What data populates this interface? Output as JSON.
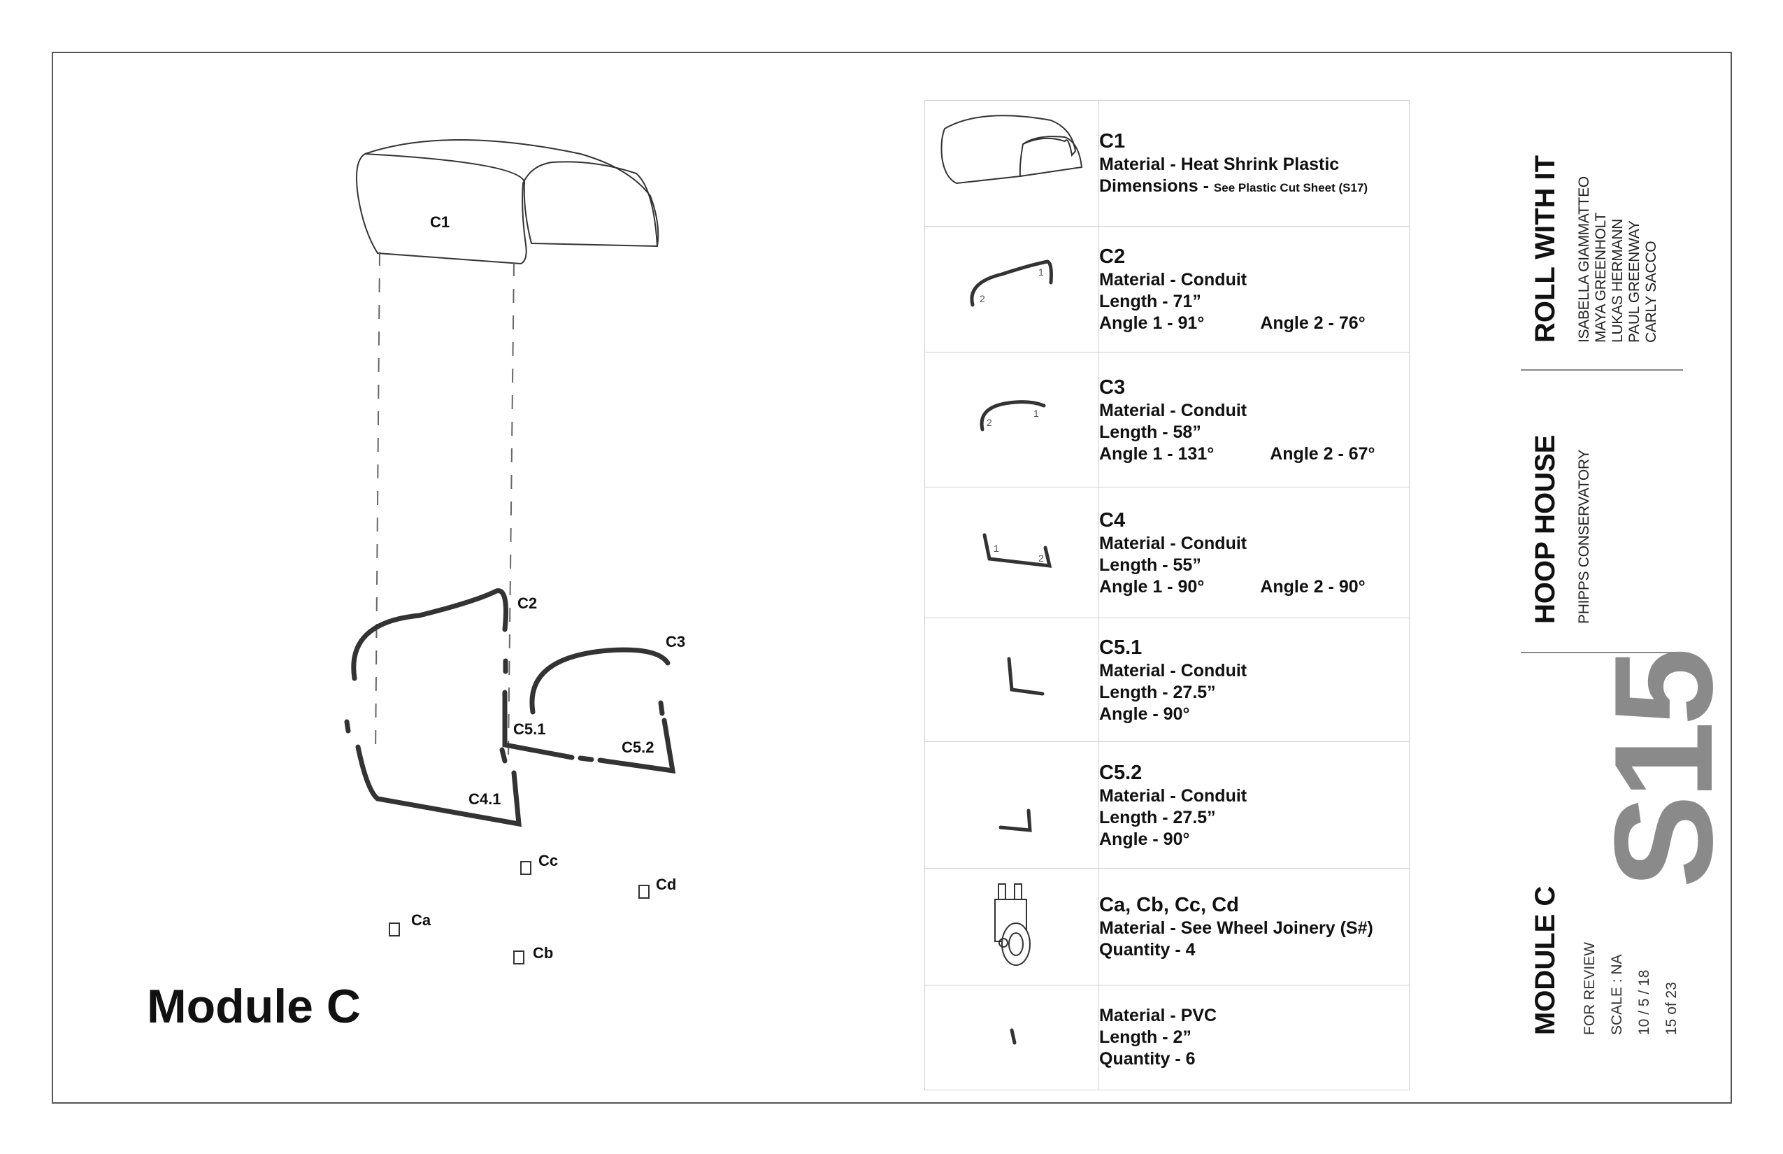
{
  "diagram_labels": {
    "c1": "C1",
    "c2": "C2",
    "c3": "C3",
    "c51": "C5.1",
    "c52": "C5.2",
    "c41": "C4.1",
    "ca": "Ca",
    "cb": "Cb",
    "cc": "Cc",
    "cd": "Cd"
  },
  "module_title": "Module C",
  "parts": [
    {
      "name": "C1",
      "lines": [
        "Material - Heat Shrink Plastic"
      ],
      "dim_label": "Dimensions - ",
      "dim_note": "See Plastic Cut Sheet (S17)"
    },
    {
      "name": "C2",
      "lines": [
        "Material - Conduit",
        "Length - 71”"
      ],
      "angle1": "Angle 1 - 91°",
      "angle2": "Angle 2 - 76°"
    },
    {
      "name": "C3",
      "lines": [
        "Material - Conduit",
        "Length - 58”"
      ],
      "angle1": "Angle 1 - 131°",
      "angle2": "Angle 2 - 67°"
    },
    {
      "name": "C4",
      "lines": [
        "Material - Conduit",
        "Length - 55”"
      ],
      "angle1": "Angle 1 - 90°",
      "angle2": "Angle 2 - 90°"
    },
    {
      "name": "C5.1",
      "lines": [
        "Material - Conduit",
        "Length - 27.5”",
        "Angle - 90°"
      ]
    },
    {
      "name": "C5.2",
      "lines": [
        "Material - Conduit",
        "Length - 27.5”",
        "Angle - 90°"
      ]
    },
    {
      "name": "Ca, Cb, Cc, Cd",
      "lines": [
        "Material - See Wheel Joinery (S#)",
        "Quantity - 4"
      ]
    },
    {
      "name": "",
      "lines": [
        "Material - PVC",
        "Length - 2”",
        "Quantity - 6"
      ]
    }
  ],
  "thumb_marks": {
    "one": "1",
    "two": "2"
  },
  "title_block": {
    "project": "ROLL WITH IT",
    "team": [
      "ISABELLA GIAMMATTEO",
      "MAYA GREENHOLT",
      "LUKAS HERMANN",
      "PAUL GREENWAY",
      "CARLY SACCO"
    ],
    "subject": "HOOP HOUSE",
    "client": "PHIPPS CONSERVATORY",
    "sheet_number": "S15",
    "module": "MODULE C",
    "status": "FOR REVIEW",
    "scale": "SCALE : NA",
    "date": "10 / 5 / 18",
    "page": "15 of 23"
  }
}
